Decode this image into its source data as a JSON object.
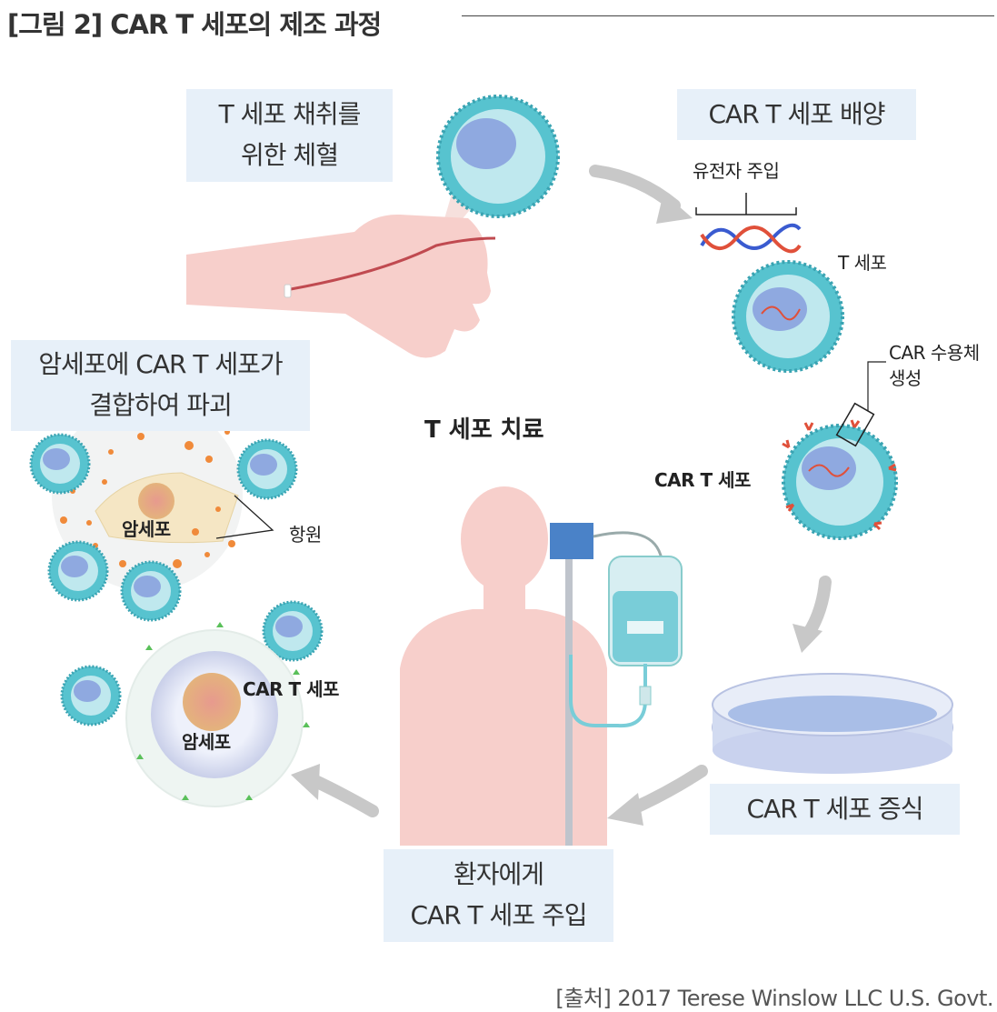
{
  "title": "[그림 2] CAR T 세포의 제조 과정",
  "center_label": "T 세포 치료",
  "steps": {
    "blood_draw": {
      "line1": "T 세포 채취를",
      "line2": "위한 체혈"
    },
    "culture": {
      "line1": "CAR T 세포 배양"
    },
    "expansion": {
      "line1": "CAR T 세포 증식"
    },
    "infusion": {
      "line1": "환자에게",
      "line2": "CAR T 세포 주입"
    },
    "binding": {
      "line1": "암세포에 CAR T 세포가",
      "line2": "결합하여 파괴"
    }
  },
  "labels": {
    "gene_insertion": "유전자 주입",
    "t_cell": "T 세포",
    "car_receptor_line1": "CAR 수용체",
    "car_receptor_line2": "생성",
    "car_t_cell_right": "CAR T 세포",
    "antigen": "항원",
    "cancer_cell_top": "암세포",
    "car_t_cell_bottom": "CAR T 세포",
    "cancer_cell_bottom": "암세포"
  },
  "source": "[출처] 2017 Terese Winslow LLC U.S. Govt.",
  "colors": {
    "box_bg": "#e7f0f9",
    "cell": "#57c3cf",
    "nucleus": "#8fa9e0",
    "skin": "#f7cfcb",
    "arrow": "#c8c8c8",
    "iv_blue": "#4a82c8",
    "antigen": "#f08a3a",
    "receptor_red": "#e0503a"
  }
}
